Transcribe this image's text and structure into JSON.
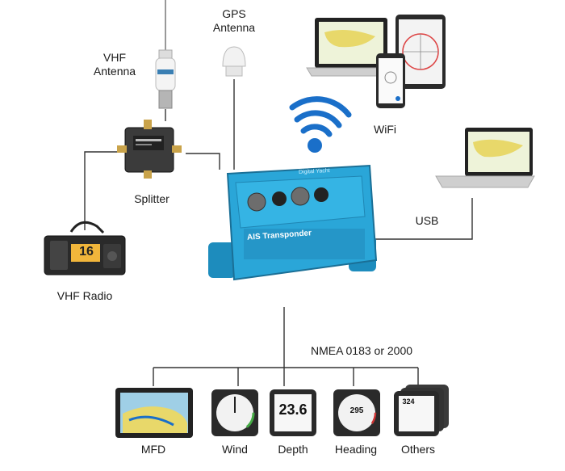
{
  "labels": {
    "gps_line1": "GPS",
    "gps_line2": "Antenna",
    "vhf_antenna_line1": "VHF",
    "vhf_antenna_line2": "Antenna",
    "splitter": "Splitter",
    "vhf_radio": "VHF Radio",
    "wifi": "WiFi",
    "usb": "USB",
    "nmea": "NMEA 0183 or 2000",
    "mfd": "MFD",
    "wind": "Wind",
    "depth": "Depth",
    "heading": "Heading",
    "others": "Others"
  },
  "device": {
    "title": "AIS Transponder",
    "brand": "Digital Yacht"
  },
  "instruments": {
    "depth_reading": "23.6",
    "heading_reading": "295",
    "radio_channel": "16",
    "others_reading": "324"
  },
  "colors": {
    "device_blue": "#2aa6d8",
    "device_dark": "#1a6f96",
    "wifi_blue": "#1a6fc9",
    "line": "#333333"
  }
}
